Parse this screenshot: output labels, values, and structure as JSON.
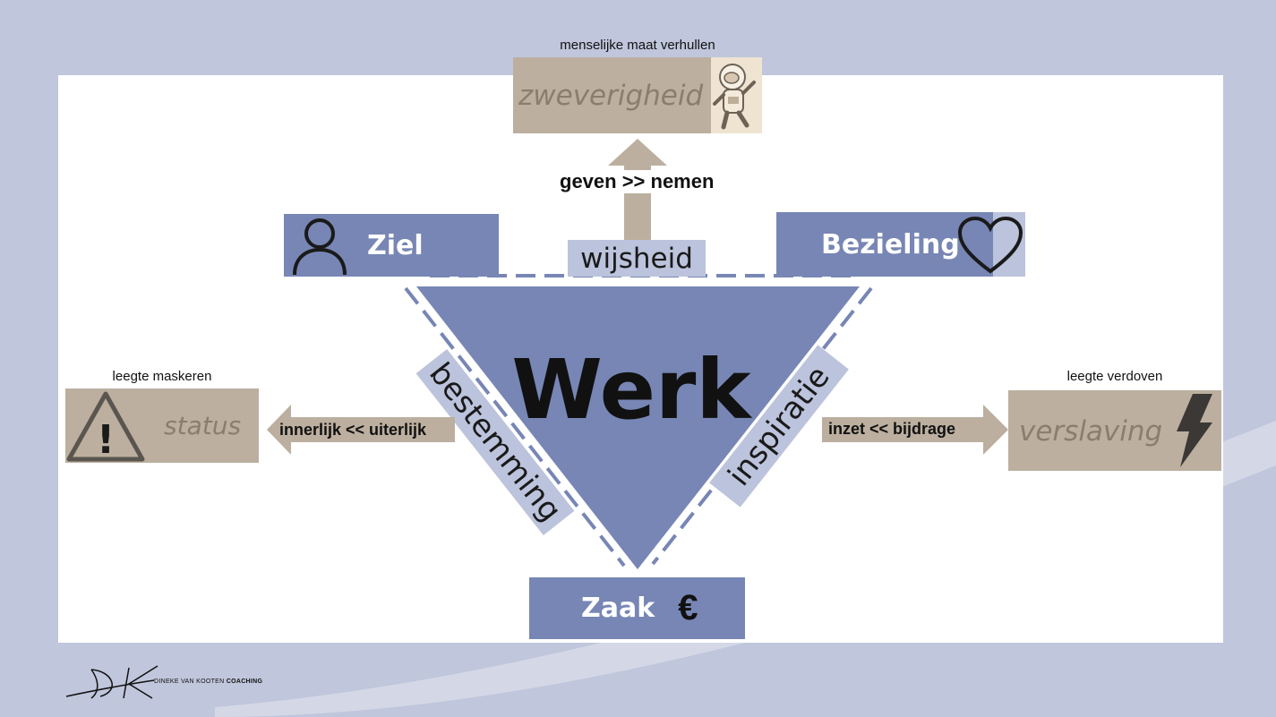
{
  "boxes": {
    "ziel": "Ziel",
    "bezieling": "Bezieling",
    "zaak": "Zaak",
    "wijsheid": "wijsheid",
    "zweverigheid": "zweverigheid",
    "status": "status",
    "verslaving": "verslaving"
  },
  "center": {
    "title": "Werk"
  },
  "sides": {
    "left": "bestemming",
    "right": "inspiratie"
  },
  "captions": {
    "top": "menselijke maat verhullen",
    "left": "leegte maskeren",
    "right": "leegte verdoven"
  },
  "arrows": {
    "up": "geven >> nemen",
    "left": "innerlijk  << uiterlijk",
    "right": "inzet  << bijdrage"
  },
  "symbols": {
    "euro": "€",
    "exclamation": "!"
  },
  "footer": {
    "logo_text": "DINEKE VAN KOOTEN",
    "logo_bold": "COACHING"
  },
  "colors": {
    "blue": "#7786b4",
    "tan": "#bcaf9f",
    "light_blue": "#bcc3dc",
    "background": "#c0c6dc"
  }
}
